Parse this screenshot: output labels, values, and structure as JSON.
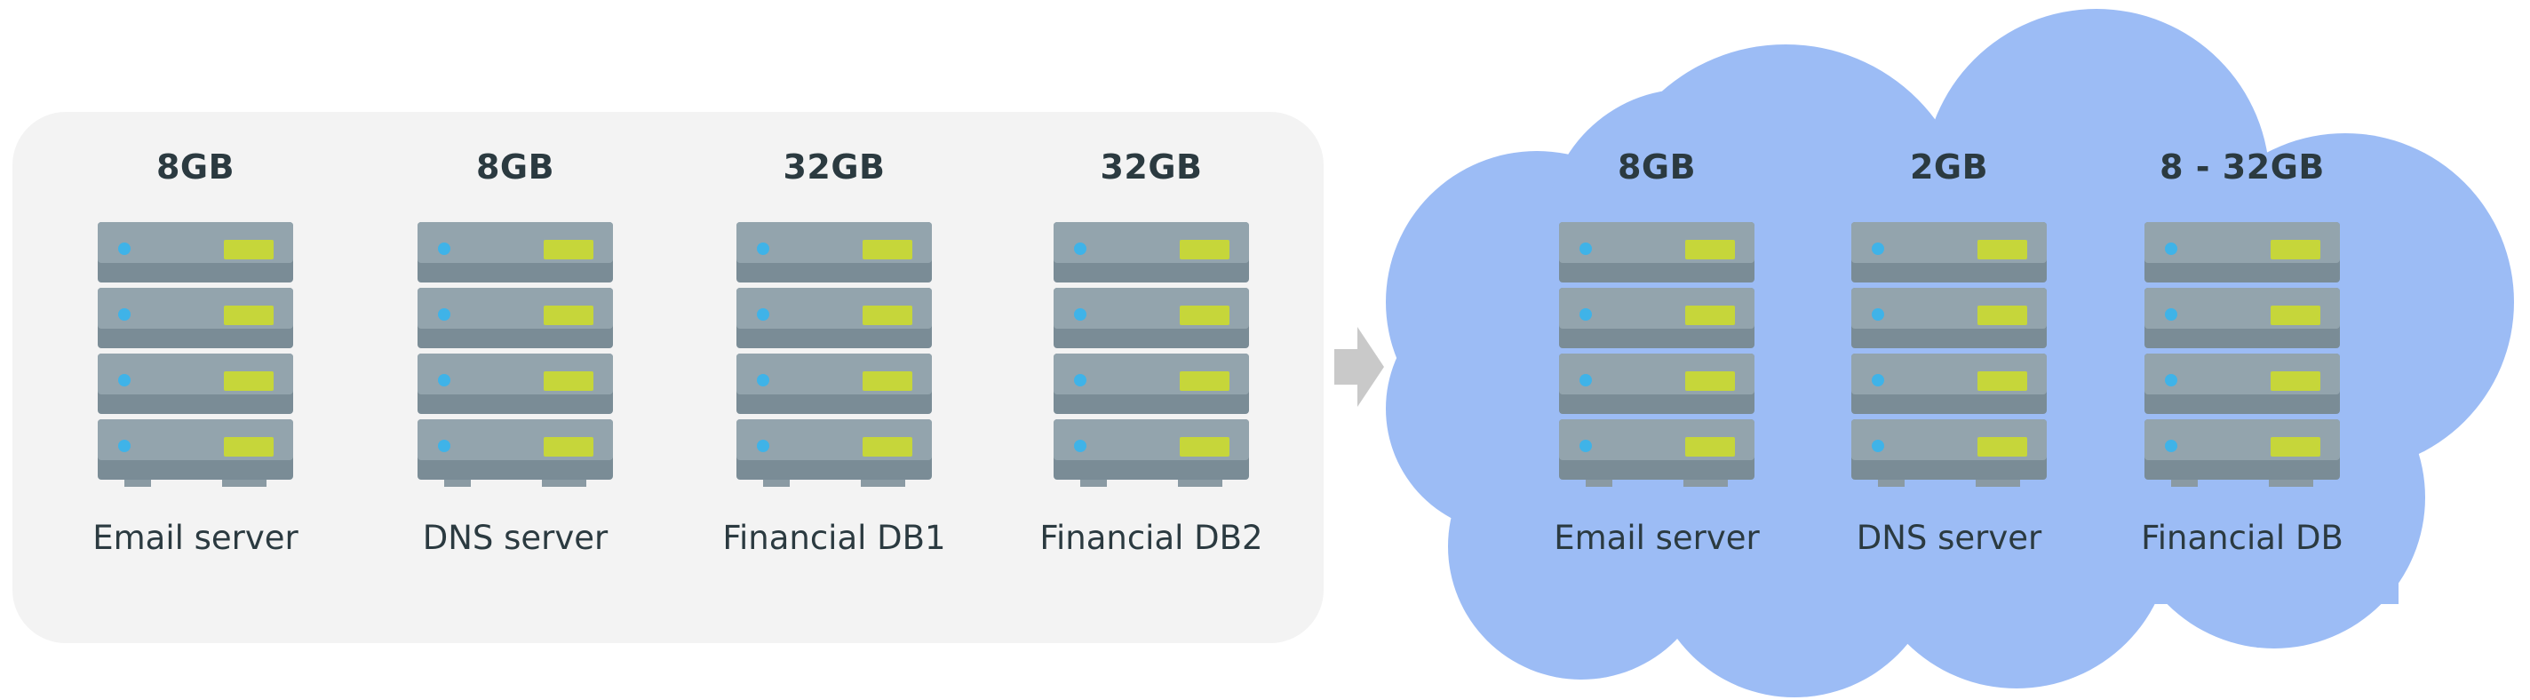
{
  "on_premises": {
    "servers": [
      {
        "memory": "8GB",
        "name": "Email server"
      },
      {
        "memory": "8GB",
        "name": "DNS server"
      },
      {
        "memory": "32GB",
        "name": "Financial DB1"
      },
      {
        "memory": "32GB",
        "name": "Financial DB2"
      }
    ]
  },
  "cloud": {
    "servers": [
      {
        "memory": "8GB",
        "name": "Email server"
      },
      {
        "memory": "2GB",
        "name": "DNS server"
      },
      {
        "memory": "8 - 32GB",
        "name": "Financial DB"
      }
    ]
  },
  "colors": {
    "onprem_background": "#f3f3f3",
    "cloud": "#9cbcf5",
    "arrow": "#c9c9c9",
    "rack_body": "#7a8c96",
    "rack_unit": "#93a4ad",
    "drive_bay": "#c6d63a",
    "led": "#3fb3e8",
    "text": "#2b3a40"
  }
}
